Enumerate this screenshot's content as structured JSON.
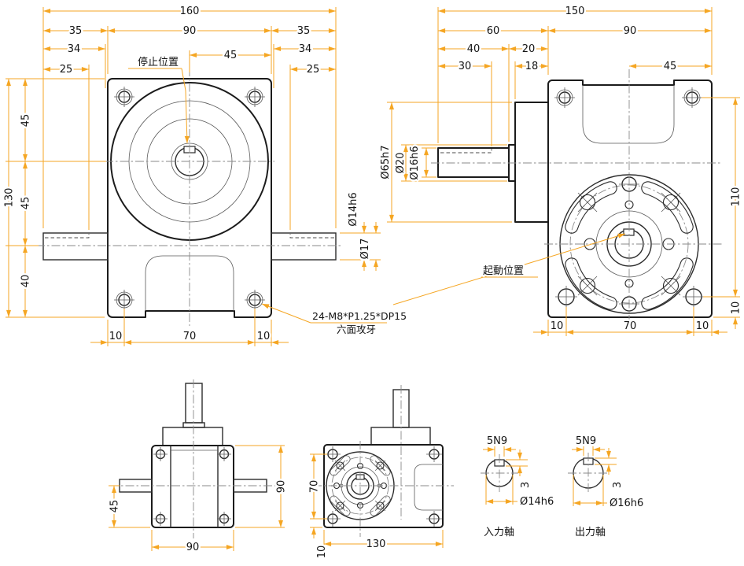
{
  "colors": {
    "dimension": "#F5A623",
    "outline": "#1B1B1B",
    "thin_line": "#5A5A5A",
    "centerline": "#8A8A8A",
    "background": "#FFFFFF"
  },
  "drawing": {
    "front_view": {
      "dims": {
        "total_width": "160",
        "left_shaft": "35",
        "body_width": "90",
        "right_shaft": "35",
        "hole_offset_left": "34",
        "hole_offset_right": "34",
        "key_end_left": "25",
        "key_end_right": "25",
        "center_to_right_edge": "45",
        "total_height": "130",
        "top_to_flange_center": "45",
        "flange_center_to_shaft": "45",
        "shaft_to_bottom": "40",
        "shaft_dia": "Ø14h6",
        "shaft_root_dia": "Ø17",
        "foot_left": "10",
        "hole_span": "70",
        "foot_right": "10"
      },
      "labels": {
        "stop_position": "停止位置",
        "tap_note_1": "24-M8*P1.25*DP15",
        "tap_note_2": "六面攻牙"
      }
    },
    "side_view": {
      "dims": {
        "total_depth": "150",
        "input_side": "60",
        "body_depth": "90",
        "step_40": "40",
        "step_20": "20",
        "key_len": "30",
        "boss_width": "18",
        "center_to_edge": "45",
        "boss_dia": "Ø65h7",
        "step_dia": "Ø20",
        "input_shaft_dia": "Ø16h6",
        "hole_height_span": "110",
        "hole_bottom_offset": "10",
        "foot_left": "10",
        "hole_span": "70",
        "foot_right": "10"
      },
      "labels": {
        "start_position": "起動位置"
      }
    },
    "top_view": {
      "dims": {
        "shaft_to_bottom": "45",
        "body_height": "90",
        "body_width": "90"
      }
    },
    "bottom_view": {
      "dims": {
        "hole_span": "70",
        "hole_offset": "10",
        "body_width": "130"
      }
    },
    "input_shaft": {
      "dims": {
        "key_width": "5N9",
        "key_depth": "3",
        "dia": "Ø14h6"
      },
      "label": "入力軸"
    },
    "output_shaft": {
      "dims": {
        "key_width": "5N9",
        "key_depth": "3",
        "dia": "Ø16h6"
      },
      "label": "出力軸"
    }
  }
}
